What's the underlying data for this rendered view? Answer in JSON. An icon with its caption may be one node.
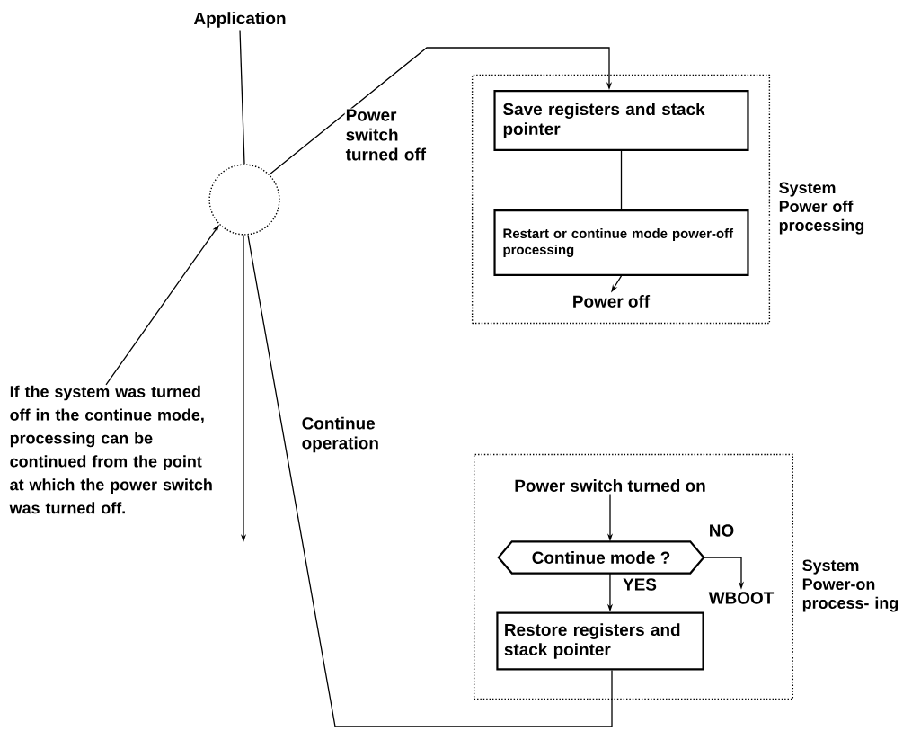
{
  "diagram": {
    "nodes": [
      {
        "text": [
          "Application"
        ]
      },
      {
        "text": [],
        "shape": "circle"
      },
      {
        "text": [
          "System Power off processing"
        ]
      },
      {
        "text": [
          "Save registers and stack pointer"
        ],
        "in": 2
      },
      {
        "text": [
          "Restart or continue mode power-off processing"
        ],
        "in": 2
      },
      {
        "text": [
          "Power off"
        ],
        "in": 2
      },
      {
        "text": [
          "System Power-on process- ing"
        ]
      },
      {
        "text": [
          "Power switch turned on"
        ],
        "in": 6
      },
      {
        "text": [
          "Continue mode ?"
        ],
        "in": 6
      },
      {
        "text": [
          "WBOOT"
        ],
        "in": 6
      },
      {
        "text": [
          "Restore registers and stack pointer"
        ],
        "in": 6
      },
      {
        "text": [
          "If the system was turned off in the continue mode, processing can be continued from the point at which the power switch was turned off."
        ]
      }
    ],
    "edges": [
      {
        "from": 0,
        "to": 1,
        "arrow": "none"
      },
      {
        "from": 1,
        "to": 3,
        "arrow": "to",
        "label": "Power switch turned off"
      },
      {
        "from": 3,
        "to": 4,
        "arrow": "none"
      },
      {
        "from": 4,
        "to": 5,
        "arrow": "to"
      },
      {
        "from": 7,
        "to": 8,
        "arrow": "to"
      },
      {
        "from": 8,
        "to": 9,
        "arrow": "to",
        "label": "NO"
      },
      {
        "from": 8,
        "to": 10,
        "arrow": "to",
        "label": "YES"
      },
      {
        "from": 10,
        "to": 1,
        "arrow": "none"
      },
      {
        "from": 1,
        "to": null,
        "arrow": "to"
      },
      {
        "from": 11,
        "to": 1,
        "arrow": "to"
      }
    ],
    "labels": [
      "Continue operation"
    ]
  }
}
